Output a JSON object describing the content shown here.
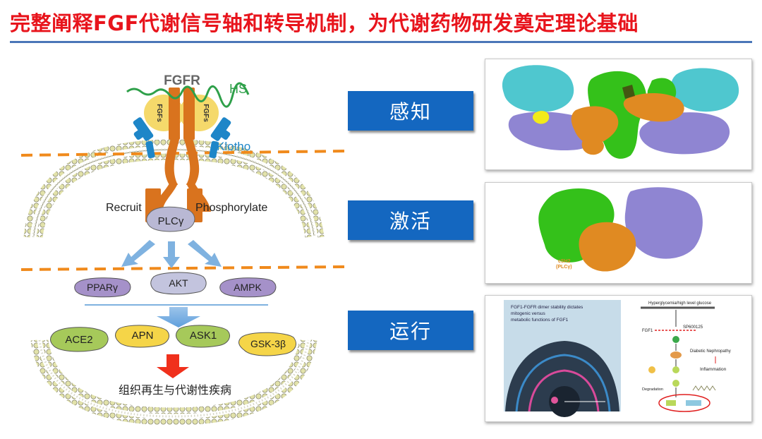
{
  "title": "完整阐释FGF代谢信号轴和转导机制，为代谢药物研发奠定理论基础",
  "colors": {
    "accent_red": "#e8141c",
    "stage_blue": "#1467c0",
    "receptor_orange": "#d9731e",
    "dash_orange": "#f08a1c",
    "arrow_blue": "#7fb2e0"
  },
  "diagram": {
    "receptor": "FGFR",
    "heparan": "HS",
    "ligand": "FGFs",
    "coreceptor": "Klotho",
    "recruit": "Recruit",
    "phosphorylate": "Phosphorylate",
    "plc": "PLCγ",
    "mediators": [
      "PPARγ",
      "AKT",
      "AMPK"
    ],
    "effectors": [
      "ACE2",
      "APN",
      "ASK1",
      "GSK-3β"
    ],
    "outcome": "组织再生与代谢性疾病"
  },
  "stages": [
    "感知",
    "激活",
    "运行"
  ],
  "panel2": {
    "label_line1": "cSH2",
    "label_line2": "(PLCγ)"
  },
  "panel3": {
    "left_text": [
      "FGF1-FGFR dimer stability dictates",
      "mitogenic versus",
      "metabolic functions of FGF1"
    ],
    "right_top": "Hyperglycemia/high level glucose",
    "fgf1": "FGF1",
    "sp": "SP600125",
    "dn": "Diabetic Nephropathy",
    "inflam": "Inflammation",
    "degradation": "Degradation"
  }
}
